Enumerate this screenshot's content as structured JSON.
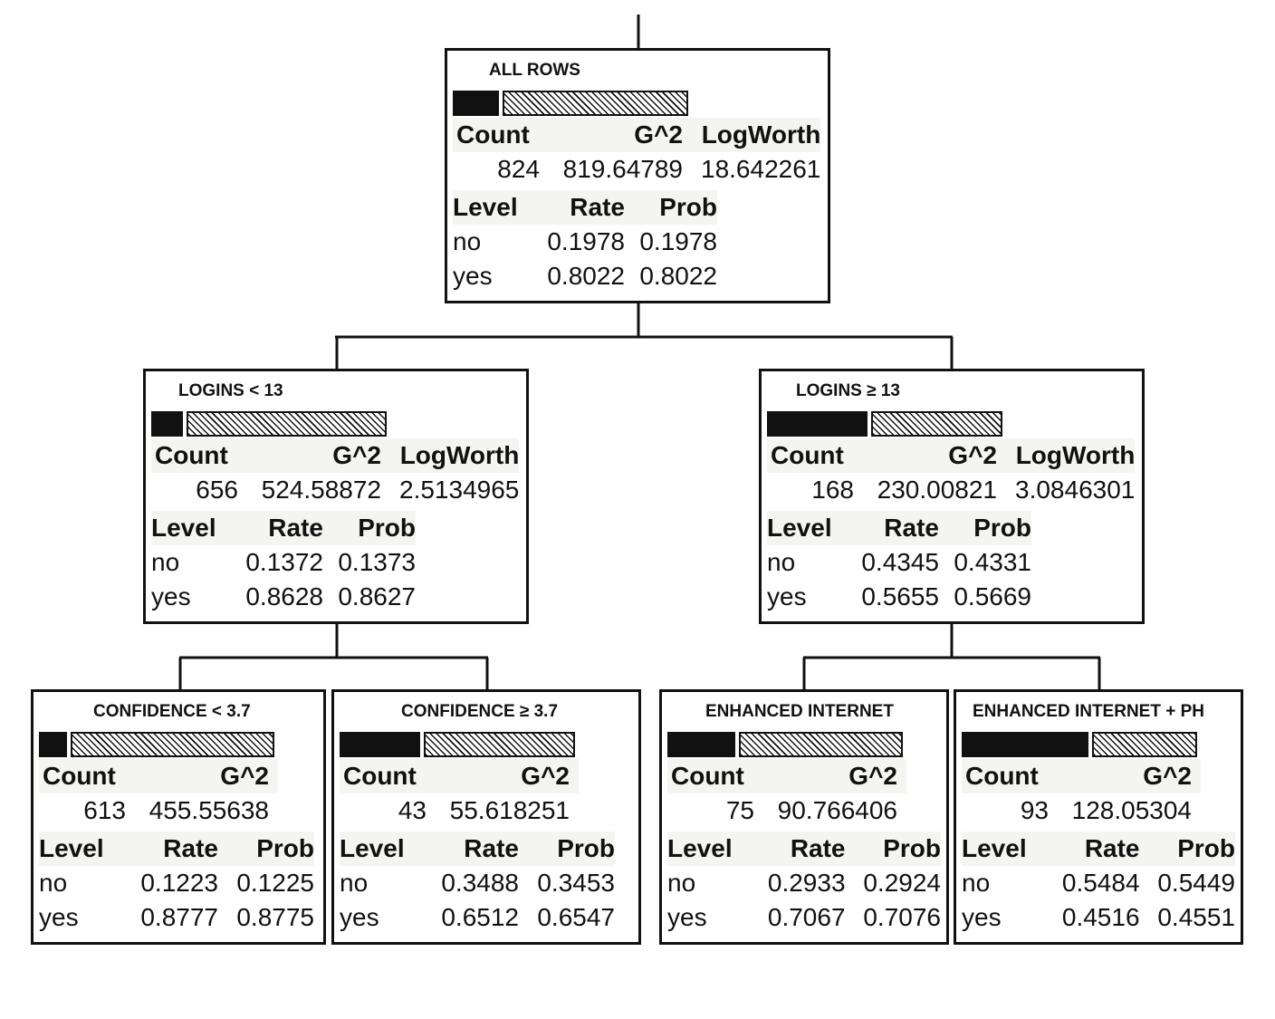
{
  "tree": {
    "root": {
      "title": "ALL ROWS",
      "rate_no": 0.1978,
      "headers": {
        "count": "Count",
        "g2": "G^2",
        "logworth": "LogWorth",
        "level": "Level",
        "rate": "Rate",
        "prob": "Prob"
      },
      "count": "824",
      "g2": "819.64789",
      "logworth": "18.642261",
      "levels": [
        {
          "level": "no",
          "rate": "0.1978",
          "prob": "0.1978"
        },
        {
          "level": "yes",
          "rate": "0.8022",
          "prob": "0.8022"
        }
      ]
    },
    "left": {
      "title": "LOGINS < 13",
      "rate_no": 0.1372,
      "headers": {
        "count": "Count",
        "g2": "G^2",
        "logworth": "LogWorth",
        "level": "Level",
        "rate": "Rate",
        "prob": "Prob"
      },
      "count": "656",
      "g2": "524.58872",
      "logworth": "2.5134965",
      "levels": [
        {
          "level": "no",
          "rate": "0.1372",
          "prob": "0.1373"
        },
        {
          "level": "yes",
          "rate": "0.8628",
          "prob": "0.8627"
        }
      ]
    },
    "right": {
      "title": "LOGINS ≥ 13",
      "rate_no": 0.4345,
      "headers": {
        "count": "Count",
        "g2": "G^2",
        "logworth": "LogWorth",
        "level": "Level",
        "rate": "Rate",
        "prob": "Prob"
      },
      "count": "168",
      "g2": "230.00821",
      "logworth": "3.0846301",
      "levels": [
        {
          "level": "no",
          "rate": "0.4345",
          "prob": "0.4331"
        },
        {
          "level": "yes",
          "rate": "0.5655",
          "prob": "0.5669"
        }
      ]
    },
    "leaf1": {
      "title": "CONFIDENCE < 3.7",
      "rate_no": 0.1223,
      "headers": {
        "count": "Count",
        "g2": "G^2",
        "level": "Level",
        "rate": "Rate",
        "prob": "Prob"
      },
      "count": "613",
      "g2": "455.55638",
      "levels": [
        {
          "level": "no",
          "rate": "0.1223",
          "prob": "0.1225"
        },
        {
          "level": "yes",
          "rate": "0.8777",
          "prob": "0.8775"
        }
      ]
    },
    "leaf2": {
      "title": "CONFIDENCE ≥ 3.7",
      "rate_no": 0.3488,
      "headers": {
        "count": "Count",
        "g2": "G^2",
        "level": "Level",
        "rate": "Rate",
        "prob": "Prob"
      },
      "count": "43",
      "g2": "55.618251",
      "levels": [
        {
          "level": "no",
          "rate": "0.3488",
          "prob": "0.3453"
        },
        {
          "level": "yes",
          "rate": "0.6512",
          "prob": "0.6547"
        }
      ]
    },
    "leaf3": {
      "title": "ENHANCED INTERNET",
      "rate_no": 0.2933,
      "headers": {
        "count": "Count",
        "g2": "G^2",
        "level": "Level",
        "rate": "Rate",
        "prob": "Prob"
      },
      "count": "75",
      "g2": "90.766406",
      "levels": [
        {
          "level": "no",
          "rate": "0.2933",
          "prob": "0.2924"
        },
        {
          "level": "yes",
          "rate": "0.7067",
          "prob": "0.7076"
        }
      ]
    },
    "leaf4": {
      "title": "ENHANCED INTERNET + PH",
      "rate_no": 0.5484,
      "headers": {
        "count": "Count",
        "g2": "G^2",
        "level": "Level",
        "rate": "Rate",
        "prob": "Prob"
      },
      "count": "93",
      "g2": "128.05304",
      "levels": [
        {
          "level": "no",
          "rate": "0.5484",
          "prob": "0.5449"
        },
        {
          "level": "yes",
          "rate": "0.4516",
          "prob": "0.4551"
        }
      ]
    }
  }
}
